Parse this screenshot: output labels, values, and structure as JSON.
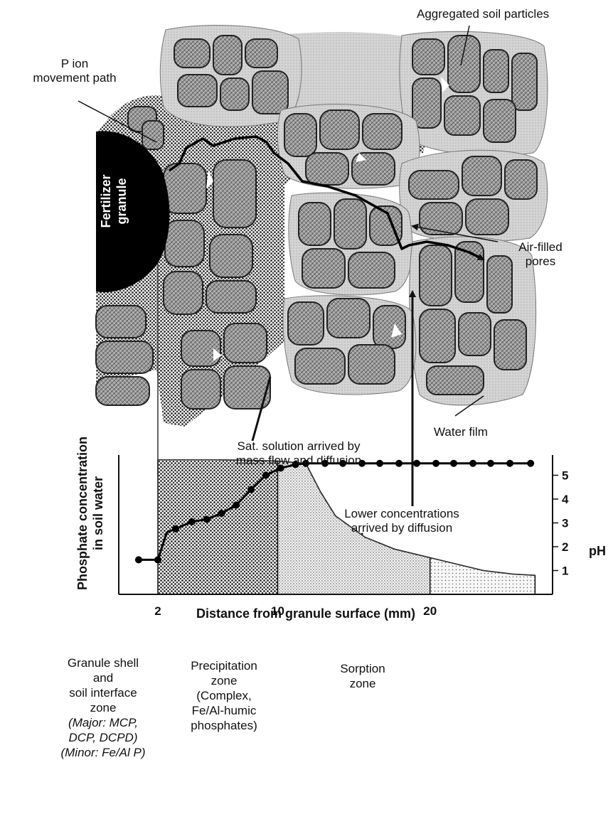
{
  "labels": {
    "aggregated": "Aggregated soil particles",
    "p_ion_line1": "P  ion",
    "p_ion_line2": "movement path",
    "fertilizer_line1": "Fertilizer",
    "fertilizer_line2": "granule",
    "air_line1": "Air-filled",
    "air_line2": "pores",
    "water_film": "Water film",
    "sat_line1": "Sat. solution arrived by",
    "sat_line2": "mass flow and diffusion",
    "lower_line1": "Lower concentrations",
    "lower_line2": "arrived by diffusion"
  },
  "chart_data": {
    "type": "line",
    "ylabel_left_line1": "Phosphate concentration",
    "ylabel_left_line2": "in soil water",
    "ylabel_right": "pH",
    "xlabel": "Distance from granule surface (mm)",
    "x_ticks": [
      "2",
      "10",
      "20"
    ],
    "ph_ticks": [
      "1",
      "2",
      "3",
      "4",
      "5"
    ],
    "series": [
      {
        "name": "pH",
        "x": [
          -1.3,
          0,
          0.6,
          1.2,
          2.3,
          3.3,
          4.3,
          5.3,
          6.3,
          7.3,
          8.3,
          9.3,
          10.0,
          11.3,
          12.5,
          13.8,
          15.0,
          16.3,
          17.5,
          18.8,
          20.0,
          21.3,
          22.5,
          23.8,
          25.2
        ],
        "y": [
          1.45,
          1.45,
          2.6,
          2.75,
          3.05,
          3.15,
          3.4,
          3.75,
          4.4,
          5.0,
          5.3,
          5.45,
          5.5,
          5.5,
          5.5,
          5.5,
          5.5,
          5.5,
          5.5,
          5.5,
          5.5,
          5.5,
          5.5,
          5.5,
          5.5
        ]
      },
      {
        "name": "Phosphate concentration",
        "x": [
          0,
          2,
          4,
          6,
          8,
          10,
          11,
          12,
          14,
          16,
          18,
          20,
          22,
          24,
          25.5
        ],
        "y": [
          5.65,
          5.65,
          5.65,
          5.63,
          5.6,
          5.5,
          4.3,
          3.3,
          2.4,
          1.9,
          1.6,
          1.3,
          1.0,
          0.85,
          0.8
        ]
      }
    ]
  },
  "zones": {
    "granule": [
      "Granule shell",
      "and",
      "soil interface",
      "zone",
      "(Major: MCP,",
      "DCP, DCPD)",
      "(Minor: Fe/Al P)"
    ],
    "precipitation": [
      "Precipitation",
      "zone",
      "(Complex,",
      "Fe/Al-humic",
      "phosphates)"
    ],
    "sorption": [
      "Sorption",
      "zone"
    ]
  }
}
